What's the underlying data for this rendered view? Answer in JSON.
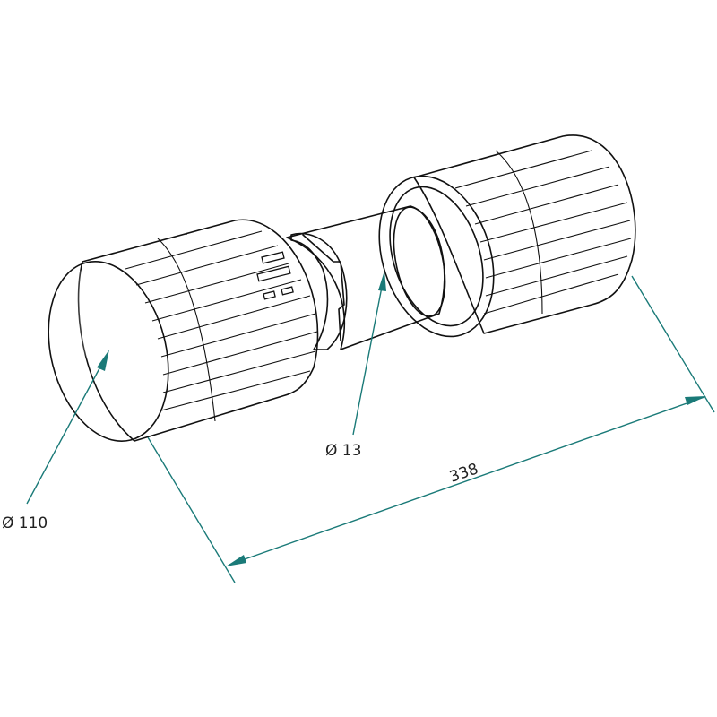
{
  "dimensions": {
    "outer_diameter": "Ø 110",
    "inner_diameter": "Ø 13",
    "overall_length": "338"
  },
  "colors": {
    "body": "#b7d9de",
    "dimension_line": "#1a7a78",
    "outline": "#111111"
  }
}
